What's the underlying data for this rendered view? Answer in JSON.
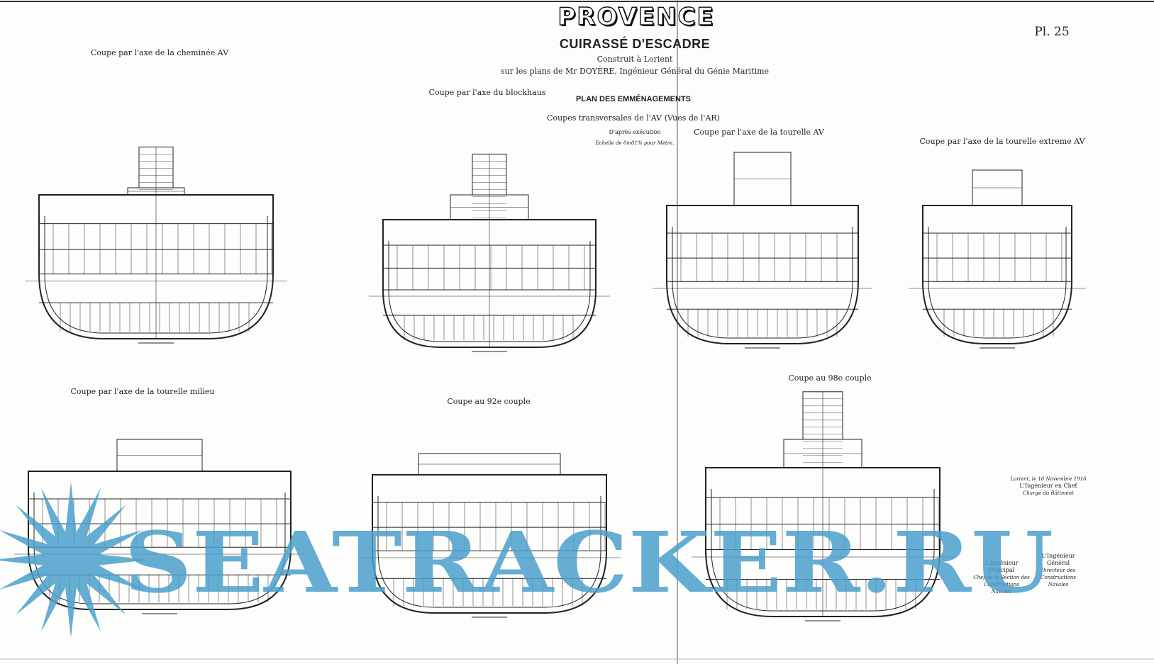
{
  "header": {
    "title": "PROVENCE",
    "subtitle": "CUIRASSÉ D'ESCADRE",
    "built": "Construit à Lorient",
    "plans": "sur les plans de Mr DOYÈRE, Ingénieur Général du Génie Maritime",
    "plan_title": "PLAN DES EMMÉNAGEMENTS",
    "coupes": "Coupes transversales de l'AV (Vues de l'AR)",
    "apres": "D'après exécution",
    "echelle": "Echelle de 0m01% pour Mètre.",
    "plate": "Pl. 25"
  },
  "sections": [
    {
      "caption": "Coupe par l'axe de la cheminée AV"
    },
    {
      "caption": "Coupe par l'axe du blockhaus"
    },
    {
      "caption": "Coupe par l'axe de la tourelle AV"
    },
    {
      "caption": "Coupe par l'axe de la tourelle extreme AV"
    },
    {
      "caption": "Coupe par l'axe de la tourelle milieu"
    },
    {
      "caption": "Coupe au 92e couple"
    },
    {
      "caption": "Coupe au 98e couple"
    }
  ],
  "signatures": {
    "place_date": "Lorient, le 16 Novembre 1916",
    "chef": "L'Ingénieur en Chef",
    "chef_role": "Chargé du Bâtiment",
    "principal": "L'Ingénieur Principal",
    "principal_role": "Chef de la Section des Constructions Navales",
    "general": "L'Ingénieur Général",
    "general_role": "Directeur des Constructions Navales"
  },
  "watermark": {
    "text": "SEATRACKER.RU",
    "color": "#4a9fcb"
  }
}
